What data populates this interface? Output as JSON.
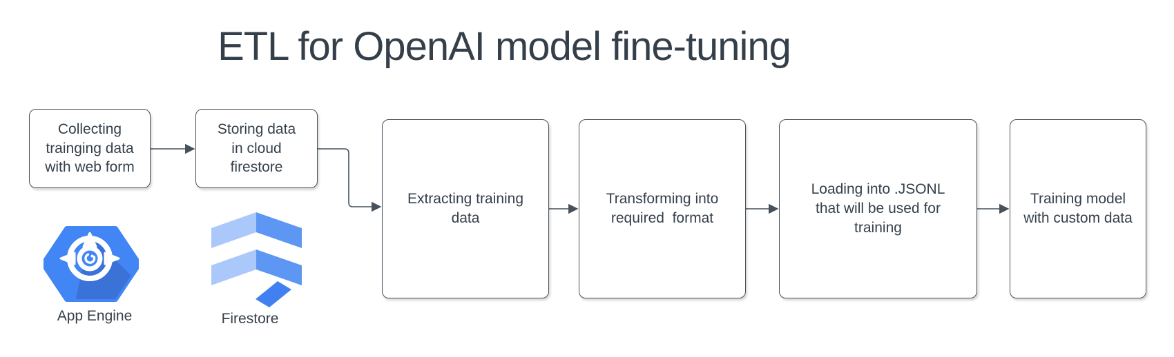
{
  "title": "ETL for OpenAI model fine-tuning",
  "colors": {
    "ink": "#353f4a",
    "line": "#47515b",
    "blue": "#4285f4",
    "blue-shadow": "#3a72d8",
    "firestore-light": "#abc8fa",
    "firestore-medium": "#5e97f3",
    "firestore-dark": "#4180f0",
    "node-fill": "#ffffff",
    "background": "#ffffff"
  },
  "nodes": [
    {
      "id": "collect",
      "label": "Collecting\ntrainging data\nwith web form"
    },
    {
      "id": "store",
      "label": "Storing data\nin cloud\nfirestore"
    },
    {
      "id": "extract",
      "label": "Extracting training\ndata"
    },
    {
      "id": "transform",
      "label": "Transforming into\nrequired  format"
    },
    {
      "id": "load",
      "label": "Loading into .JSONL\nthat will be used for\ntraining"
    },
    {
      "id": "train",
      "label": "Training model\nwith custom data"
    }
  ],
  "icons": [
    {
      "id": "app-engine",
      "label": "App Engine"
    },
    {
      "id": "firestore",
      "label": "Firestore"
    }
  ]
}
